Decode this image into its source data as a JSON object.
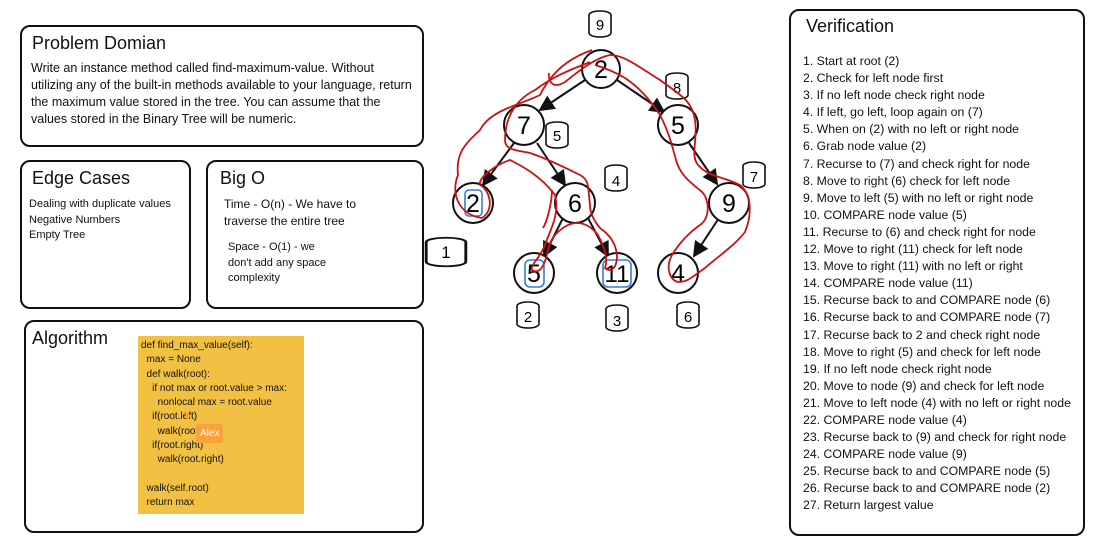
{
  "problem": {
    "title": "Problem Domian",
    "lines": [
      "Write an instance method called find-maximum-value. Without",
      "utilizing any of the built-in methods available to your language, return",
      "the maximum value stored in the tree. You can assume that the",
      "values stored in the Binary Tree will be numeric."
    ]
  },
  "edge_cases": {
    "title": "Edge Cases",
    "items": [
      "Dealing with duplicate values",
      "Negative Numbers",
      "Empty Tree"
    ]
  },
  "big_o": {
    "title": "Big O",
    "time": [
      "Time - O(n) - We have to",
      "traverse the entire tree"
    ],
    "space": [
      "Space - O(1) - we",
      "don't add any space",
      "complexity"
    ]
  },
  "algorithm": {
    "title": "Algorithm",
    "code": [
      "def find_max_value(self):",
      "  max = None",
      "  def walk(root):",
      "    if not max or root.value > max:",
      "      nonlocal max = root.value",
      "    if(root.left)",
      "      walk(root.left)",
      "    if(root.right)",
      "      walk(root.right)",
      "",
      "  walk(self.root)",
      "  return max"
    ],
    "cursor_user": "Alex"
  },
  "tree": {
    "nodes": [
      {
        "id": "n2",
        "value": "2",
        "highlight": false
      },
      {
        "id": "n7",
        "value": "7",
        "highlight": false
      },
      {
        "id": "n5a",
        "value": "5",
        "highlight": false
      },
      {
        "id": "n2b",
        "value": "2",
        "highlight": true
      },
      {
        "id": "n6",
        "value": "6",
        "highlight": false
      },
      {
        "id": "n9",
        "value": "9",
        "highlight": false
      },
      {
        "id": "n5b",
        "value": "5",
        "highlight": true
      },
      {
        "id": "n11",
        "value": "11",
        "highlight": true
      },
      {
        "id": "n4",
        "value": "4",
        "highlight": false
      }
    ],
    "counters": [
      "9",
      "8",
      "5",
      "4",
      "7",
      "1",
      "2",
      "3",
      "6"
    ]
  },
  "verification": {
    "title": "Verification",
    "steps": [
      "1. Start at root (2)",
      "2. Check for left node first",
      "3. If no left node check right node",
      "4. If left, go left, loop again on (7)",
      "5. When on (2) with no left or right node",
      "6. Grab node value (2)",
      "7. Recurse to (7) and check right for node",
      "8. Move to right (6) check for left node",
      "9. Move to left (5) with no left or right node",
      "10. COMPARE node value (5)",
      "11. Recurse to (6) and check right for node",
      "12. Move to right (11) check for left node",
      "13. Move to right (11) with no left or right",
      "14. COMPARE node value (11)",
      "15. Recurse back to and COMPARE node (6)",
      "16. Recurse back to and COMPARE node (7)",
      "17. Recurse back to 2 and check right node",
      "18. Move to right (5) and check for left node",
      "19. If no left node check right node",
      "20. Move to node (9) and check for left node",
      "21. Move to left node (4) with no left or right node",
      "22. COMPARE node value (4)",
      "23. Recurse back to (9) and check for right node",
      "24. COMPARE node value (9)",
      "25. Recurse back to and COMPARE node (5)",
      "26. Recurse back to and COMPARE node (2)",
      "27. Return largest value"
    ]
  },
  "colors": {
    "path": "#cc1111",
    "highlight": "#3a7bd5",
    "code_bg": "#f2c043",
    "cursor": "#f7a23a"
  }
}
